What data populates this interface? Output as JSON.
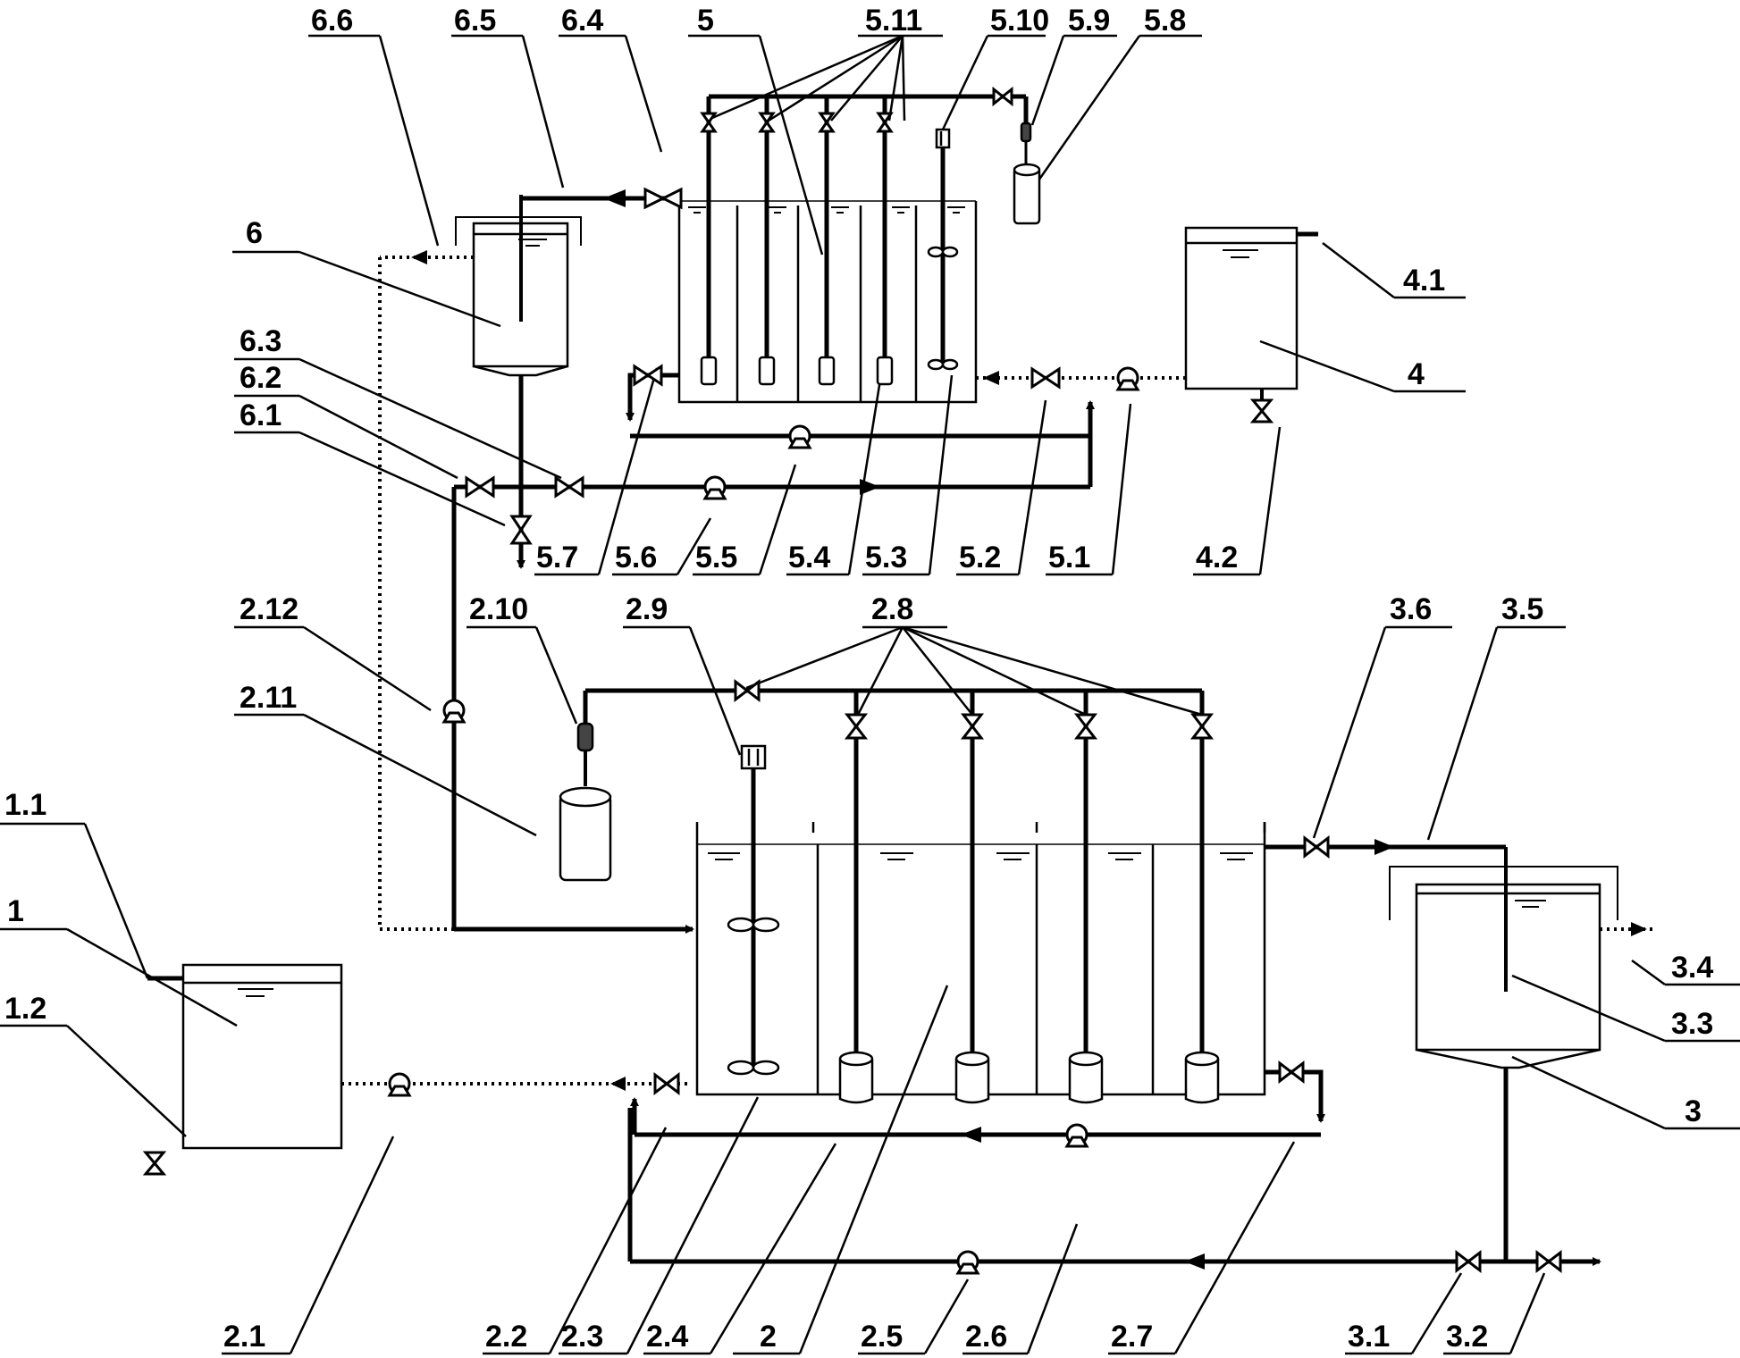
{
  "colors": {
    "line": "#000000",
    "background": "#ffffff"
  },
  "labels": [
    {
      "id": "6.6",
      "text": "6.6"
    },
    {
      "id": "6.5",
      "text": "6.5"
    },
    {
      "id": "6.4",
      "text": "6.4"
    },
    {
      "id": "5",
      "text": "5"
    },
    {
      "id": "5.11",
      "text": "5.11"
    },
    {
      "id": "5.10",
      "text": "5.10"
    },
    {
      "id": "5.9",
      "text": "5.9"
    },
    {
      "id": "5.8",
      "text": "5.8"
    },
    {
      "id": "6",
      "text": "6"
    },
    {
      "id": "4.1",
      "text": "4.1"
    },
    {
      "id": "4",
      "text": "4"
    },
    {
      "id": "6.3",
      "text": "6.3"
    },
    {
      "id": "6.2",
      "text": "6.2"
    },
    {
      "id": "6.1",
      "text": "6.1"
    },
    {
      "id": "5.7",
      "text": "5.7"
    },
    {
      "id": "5.6",
      "text": "5.6"
    },
    {
      "id": "5.5",
      "text": "5.5"
    },
    {
      "id": "5.4",
      "text": "5.4"
    },
    {
      "id": "5.3",
      "text": "5.3"
    },
    {
      "id": "5.2",
      "text": "5.2"
    },
    {
      "id": "5.1",
      "text": "5.1"
    },
    {
      "id": "4.2",
      "text": "4.2"
    },
    {
      "id": "2.12",
      "text": "2.12"
    },
    {
      "id": "2.10",
      "text": "2.10"
    },
    {
      "id": "2.9",
      "text": "2.9"
    },
    {
      "id": "2.8",
      "text": "2.8"
    },
    {
      "id": "3.6",
      "text": "3.6"
    },
    {
      "id": "3.5",
      "text": "3.5"
    },
    {
      "id": "2.11",
      "text": "2.11"
    },
    {
      "id": "1.1",
      "text": "1.1"
    },
    {
      "id": "1",
      "text": "1"
    },
    {
      "id": "1.2",
      "text": "1.2"
    },
    {
      "id": "3.4",
      "text": "3.4"
    },
    {
      "id": "3.3",
      "text": "3.3"
    },
    {
      "id": "3",
      "text": "3"
    },
    {
      "id": "2.1",
      "text": "2.1"
    },
    {
      "id": "2.2",
      "text": "2.2"
    },
    {
      "id": "2.3",
      "text": "2.3"
    },
    {
      "id": "2.4",
      "text": "2.4"
    },
    {
      "id": "2",
      "text": "2"
    },
    {
      "id": "2.5",
      "text": "2.5"
    },
    {
      "id": "2.6",
      "text": "2.6"
    },
    {
      "id": "2.7",
      "text": "2.7"
    },
    {
      "id": "3.1",
      "text": "3.1"
    },
    {
      "id": "3.2",
      "text": "3.2"
    }
  ],
  "symbols": {
    "valve": "bowtie-valve-icon",
    "pump": "pump-icon",
    "stirrer": "stirrer-paddle-icon",
    "motor": "motor-icon",
    "diffuser": "aeration-diffuser-icon",
    "flowmeter": "gas-flowmeter-icon",
    "gas_cylinder": "gas-cylinder-icon",
    "water_level": "water-level-mark-icon"
  }
}
